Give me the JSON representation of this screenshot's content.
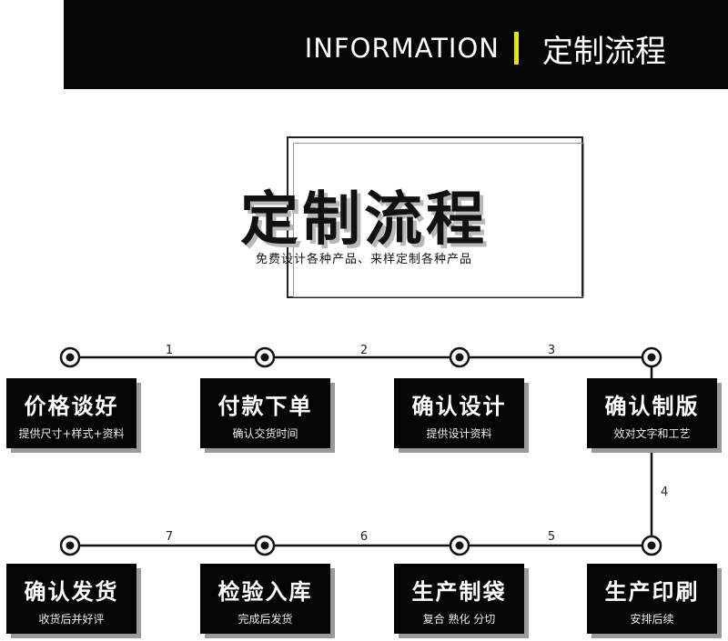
{
  "header": {
    "label_en": "INFORMATION",
    "label_cn": "定制流程",
    "accent_color": "#e6e600"
  },
  "hero": {
    "title": "定制流程",
    "subtitle": "免费设计各种产品、来样定制各种产品"
  },
  "steps": [
    {
      "title": "价格谈好",
      "sub": "提供尺寸+样式+资料"
    },
    {
      "title": "付款下单",
      "sub": "确认交货时间"
    },
    {
      "title": "确认设计",
      "sub": "提供设计资料"
    },
    {
      "title": "确认制版",
      "sub": "效对文字和工艺"
    },
    {
      "title": "生产印刷",
      "sub": "安排后续"
    },
    {
      "title": "生产制袋",
      "sub": "复合 熟化 分切"
    },
    {
      "title": "检验入库",
      "sub": "完成后发货"
    },
    {
      "title": "确认发货",
      "sub": "收货后并好评"
    }
  ],
  "connectors": [
    "1",
    "2",
    "3",
    "4",
    "5",
    "6",
    "7"
  ]
}
